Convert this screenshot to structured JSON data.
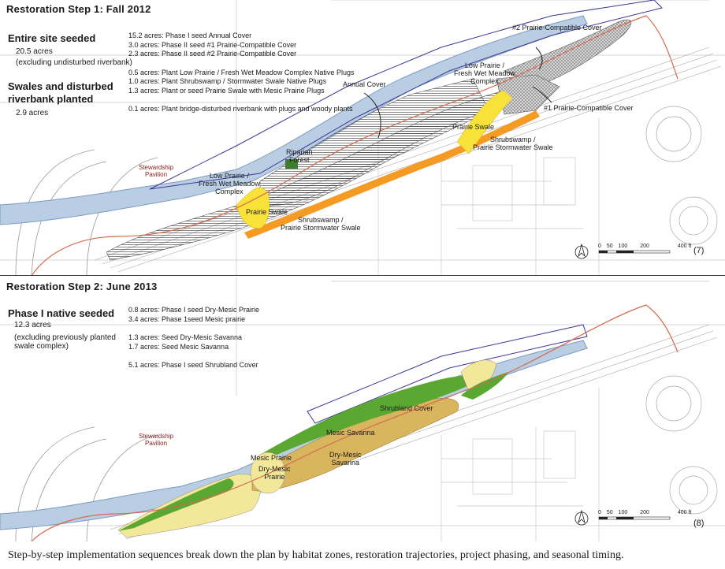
{
  "panel1": {
    "title": "Restoration Step 1: Fall 2012",
    "sections": [
      {
        "heading": "Entire site seeded",
        "sub": [
          "20.5 acres",
          "(excluding undisturbed riverbank)"
        ]
      },
      {
        "heading_lines": [
          "Swales and disturbed",
          "riverbank planted"
        ],
        "sub": [
          "2.9 acres"
        ]
      }
    ],
    "acres": [
      "15.2 acres: Phase I seed Annual Cover",
      "3.0 acres: Phase II seed #1 Prairie-Compatible Cover",
      "2.3 acres: Phase II seed #2 Prairie-Compatible Cover",
      "0.5 acres: Plant Low Prairie / Fresh Wet Meadow Complex Native Plugs",
      "1.0 acres: Plant Shrubswamp / Stormwater Swale Native Plugs",
      "1.3 acres: Plant or seed Prairie Swale with Mesic Prairie Plugs",
      "0.1 acres: Plant bridge-disturbed riverbank with plugs and woody plants"
    ],
    "map_labels": {
      "annual_cover": "Annual Cover",
      "cover2": "#2 Prairie-Compatible Cover",
      "cover1": "#1 Prairie-Compatible Cover",
      "low_prairie_upper": [
        "Low Prairie /",
        "Fresh Wet Meadow",
        "Complex"
      ],
      "prairie_swale_upper": "Prairie Swale",
      "shrubswamp_upper": [
        "Shrubswamp /",
        "Prairie Stormwater Swale"
      ],
      "riparian": [
        "Riparian",
        "Forest"
      ],
      "low_prairie_lower": [
        "Low Prairie /",
        "Fresh Wet Meadow",
        "Complex"
      ],
      "prairie_swale_lower": "Prairie Swale",
      "shrubswamp_lower": [
        "Shrubswamp /",
        "Prairie Stormwater Swale"
      ],
      "stewardship": [
        "Stewardship",
        "Pavilion"
      ]
    },
    "scale": {
      "ticks": [
        "0",
        "50",
        "100",
        "200",
        "400 ft"
      ]
    },
    "figure_number": "(7)"
  },
  "panel2": {
    "title": "Restoration Step 2: June 2013",
    "sections": [
      {
        "heading": "Phase I native seeded",
        "sub": [
          "12.3 acres",
          "(excluding previously planted",
          "swale complex)"
        ]
      }
    ],
    "acres": [
      "0.8 acres: Phase I seed Dry-Mesic Prairie",
      "3.4 acres: Phase 1seed Mesic prairie",
      "1.3 acres: Seed Dry-Mesic Savanna",
      "1.7 acres: Seed Mesic Savanna",
      "5.1 acres: Phase I seed Shrubland Cover"
    ],
    "map_labels": {
      "shrubland": "Shrubland Cover",
      "mesic_savanna": "Mesic Savanna",
      "dry_mesic_savanna": [
        "Dry-Mesic",
        "Savanna"
      ],
      "mesic_prairie": "Mesic Prairie",
      "dry_mesic_prairie": [
        "Dry-Mesic",
        "Prairie"
      ],
      "stewardship": [
        "Stewardship",
        "Pavilion"
      ]
    },
    "scale": {
      "ticks": [
        "0",
        "50",
        "100",
        "200",
        "400 ft"
      ]
    },
    "figure_number": "(8)"
  },
  "caption": "Step-by-step implementation sequences break down the plan by habitat zones, restoration trajectories, project phasing, and seasonal timing.",
  "colors": {
    "river": "#b9cde3",
    "river_edge": "#7d9cc0",
    "orange": "#f59a23",
    "yellow": "#f8e23a",
    "green": "#5aa832",
    "dark_green": "#3f7d2e",
    "pale_yellow": "#f3e79a",
    "tan": "#d9b55e",
    "path": "#d46a4f",
    "boundary": "#3b3896"
  },
  "icons": [
    "north-arrow-icon",
    "scale-bar-icon"
  ]
}
